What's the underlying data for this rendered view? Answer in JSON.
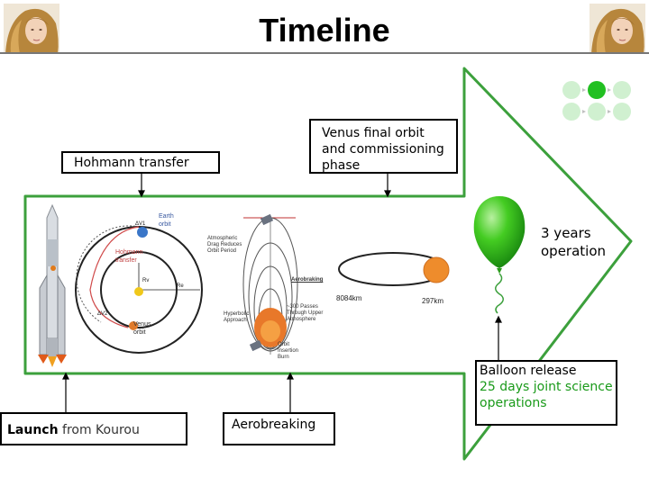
{
  "title": "Timeline",
  "boxes": {
    "hohmann": "Hohmann transfer",
    "venus_final": "Venus final orbit and commissioning phase",
    "launch_bold": "Launch",
    "launch_rest": "from Kourou",
    "aerobreaking": "Aerobreaking",
    "balloon_release": "Balloon release",
    "joint_ops": "25 days joint science operations"
  },
  "operation_label": "3 years operation",
  "orbit_labels": {
    "apoapsis": "8084km",
    "periapsis": "297km"
  },
  "hohmann_diagram": {
    "dv1": "ΔV1",
    "dv2": "ΔV2",
    "earth_orbit": "Earth orbit",
    "hohmann_transfer": "Hohmann transfer",
    "venus_orbit": "Venus orbit",
    "rv": "Rv",
    "re": "Re"
  },
  "aerobraking_diagram": {
    "drag_note": "Atmospheric Drag Reduces Orbit Period",
    "aerobraking": "Aerobraking",
    "hyperbolic": "Hyperbolic Approach",
    "passes": "~300 Passes Through Upper Atmosphere",
    "insertion": "Orbit Insertion Burn"
  },
  "colors": {
    "arrow_border": "#3ca03c",
    "balloon": "#2ec02e",
    "venus": "#f0913a",
    "active_node": "#22c022",
    "inactive_node": "#c8eec8"
  }
}
